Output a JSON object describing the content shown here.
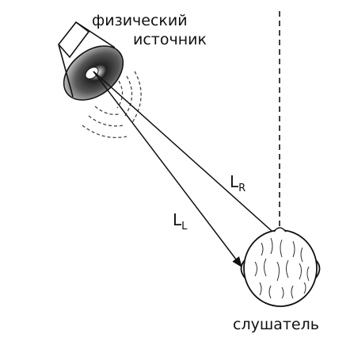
{
  "labels": {
    "source_line1": "физический",
    "source_line2": "источник",
    "listener": "слушатель",
    "path_right_main": "L",
    "path_right_sub": "R",
    "path_left_main": "L",
    "path_left_sub": "L"
  },
  "colors": {
    "ink": "#111111",
    "background": "#ffffff"
  },
  "icons": {
    "source": "loudspeaker-icon",
    "listener": "head-top-view-icon"
  }
}
